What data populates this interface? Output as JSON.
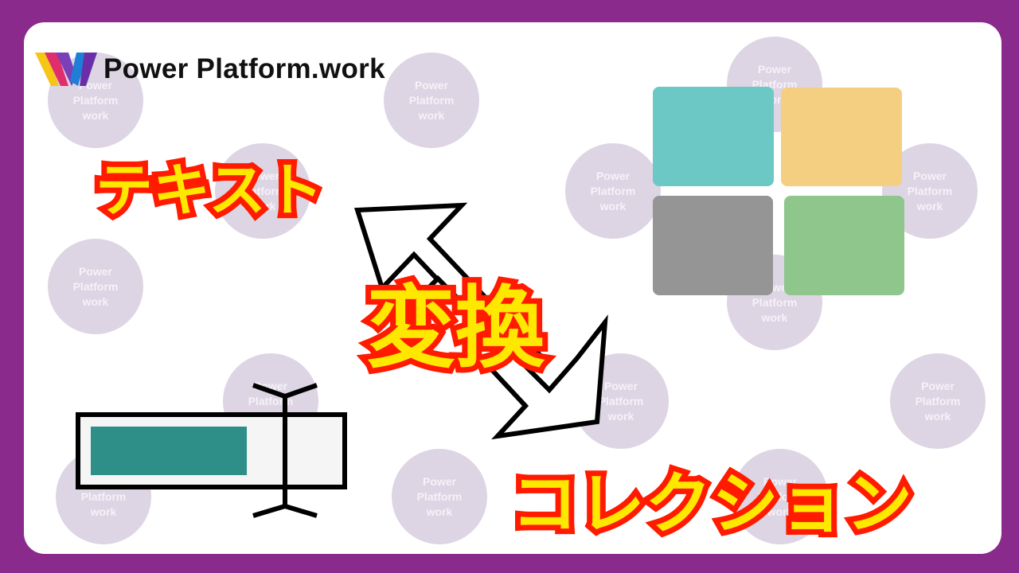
{
  "brand": {
    "name": "Power Platform.work"
  },
  "watermark": {
    "text": "Power\nPlatform\nwork"
  },
  "titles": {
    "text_label": "テキスト",
    "convert_label": "変換",
    "collection_label": "コレクション"
  },
  "colors": {
    "frame": "#8a2a8c",
    "text_fill": "#ffe800",
    "text_outline": "#ff1a00",
    "tile_teal": "#6cc8c4",
    "tile_yellow": "#f4cf82",
    "tile_gray": "#959595",
    "tile_green": "#8fc68b",
    "input_fill": "#2e8f88"
  },
  "icons": [
    "logo-icon",
    "double-arrow-icon",
    "text-input-icon",
    "gallery-grid-icon"
  ]
}
